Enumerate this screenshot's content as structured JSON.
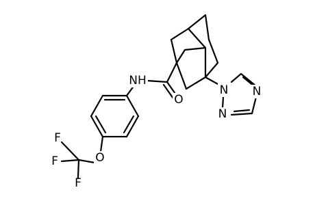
{
  "molecule": {
    "atoms": {
      "nh": "NH",
      "o_carbonyl": "O",
      "o_ether": "O",
      "f1": "F",
      "f2": "F",
      "f3": "F",
      "n_triazole_1": "N",
      "n_triazole_2": "N",
      "n_triazole_4": "N"
    },
    "colors": {
      "bond": "#000000",
      "label": "#000000",
      "background": "#ffffff"
    }
  }
}
